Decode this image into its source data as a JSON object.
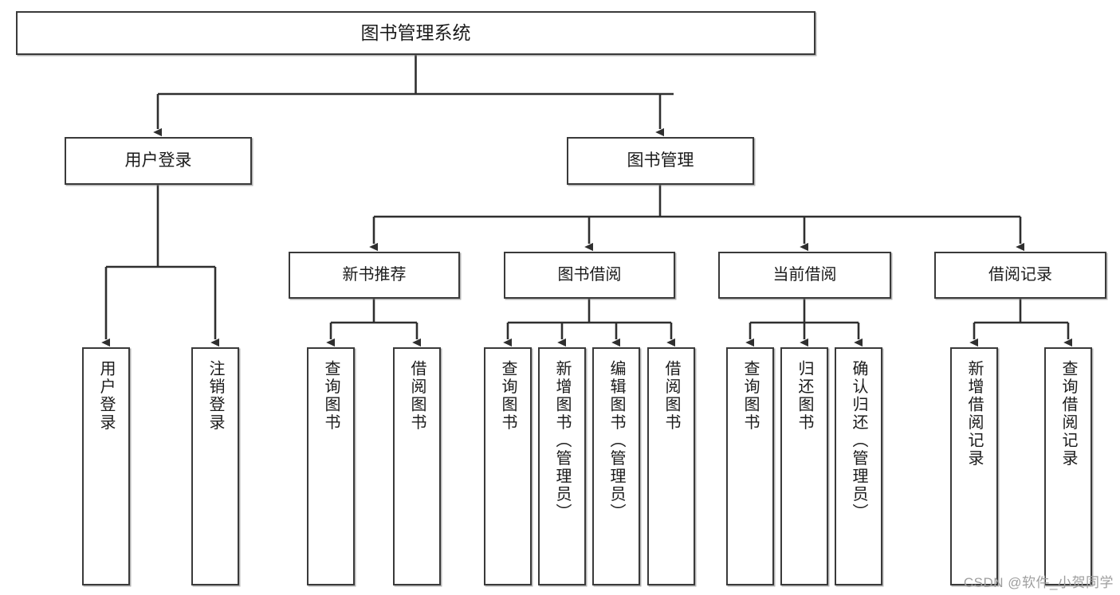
{
  "diagram": {
    "type": "hierarchy-tree",
    "root": {
      "label": "图书管理系统"
    },
    "level2": [
      {
        "label": "用户登录"
      },
      {
        "label": "图书管理"
      }
    ],
    "level3": [
      {
        "label": "新书推荐"
      },
      {
        "label": "图书借阅"
      },
      {
        "label": "当前借阅"
      },
      {
        "label": "借阅记录"
      }
    ],
    "leaves": [
      {
        "label": "用户登录"
      },
      {
        "label": "注销登录"
      },
      {
        "label": "查询图书"
      },
      {
        "label": "借阅图书"
      },
      {
        "label": "查询图书"
      },
      {
        "label": "新增图书（管理员）"
      },
      {
        "label": "编辑图书（管理员）"
      },
      {
        "label": "借阅图书"
      },
      {
        "label": "查询图书"
      },
      {
        "label": "归还图书"
      },
      {
        "label": "确认归还（管理员）"
      },
      {
        "label": "新增借阅记录"
      },
      {
        "label": "查询借阅记录"
      }
    ]
  },
  "watermark": {
    "text": "CSDN @软件_小贺同学"
  },
  "colors": {
    "border": "#3a3a3a",
    "background": "#ffffff",
    "text": "#1b1b1b",
    "watermark": "#9e9e9e"
  }
}
